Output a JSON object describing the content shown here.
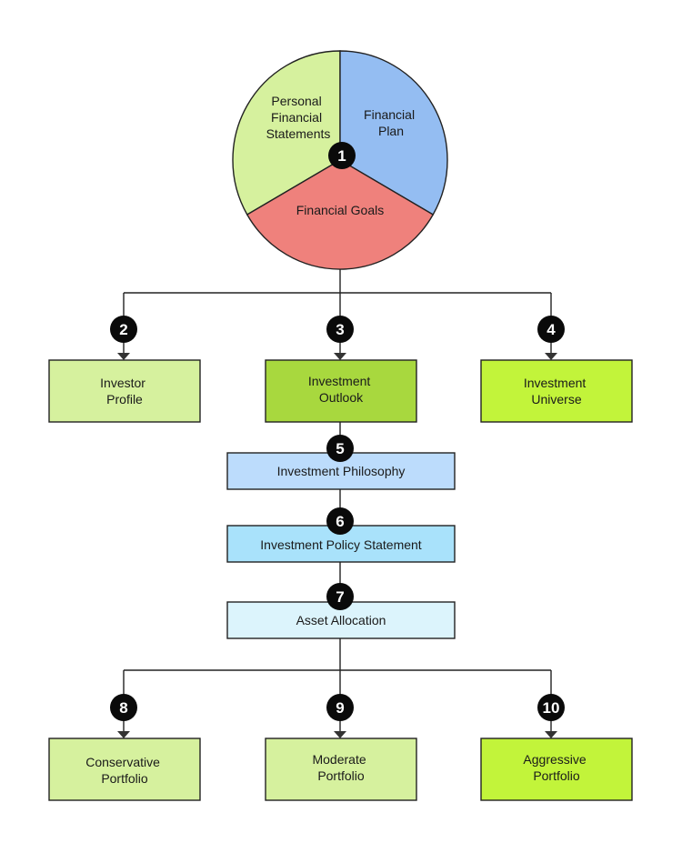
{
  "pie": {
    "top_left": [
      "Personal",
      "Financial",
      "Statements"
    ],
    "top_right": [
      "Financial",
      "Plan"
    ],
    "bottom": "Financial Goals",
    "colors": {
      "top_left": "#d6f19e",
      "top_right": "#94bdf2",
      "bottom": "#ef817c"
    },
    "step": "1"
  },
  "row1": [
    {
      "step": "2",
      "lines": [
        "Investor",
        "Profile"
      ],
      "color": "#d6f19e"
    },
    {
      "step": "3",
      "lines": [
        "Investment",
        "Outlook"
      ],
      "color": "#a8d83e"
    },
    {
      "step": "4",
      "lines": [
        "Investment",
        "Universe"
      ],
      "color": "#c2f43a"
    }
  ],
  "middle": [
    {
      "step": "5",
      "label": "Investment Philosophy",
      "color": "#bcdcfc"
    },
    {
      "step": "6",
      "label": "Investment Policy Statement",
      "color": "#a9e2fb"
    },
    {
      "step": "7",
      "label": "Asset Allocation",
      "color": "#dcf4fc"
    }
  ],
  "row2": [
    {
      "step": "8",
      "lines": [
        "Conservative",
        "Portfolio"
      ],
      "color": "#d6f19e"
    },
    {
      "step": "9",
      "lines": [
        "Moderate",
        "Portfolio"
      ],
      "color": "#d6f19e"
    },
    {
      "step": "10",
      "lines": [
        "Aggressive",
        "Portfolio"
      ],
      "color": "#c2f43a"
    }
  ]
}
